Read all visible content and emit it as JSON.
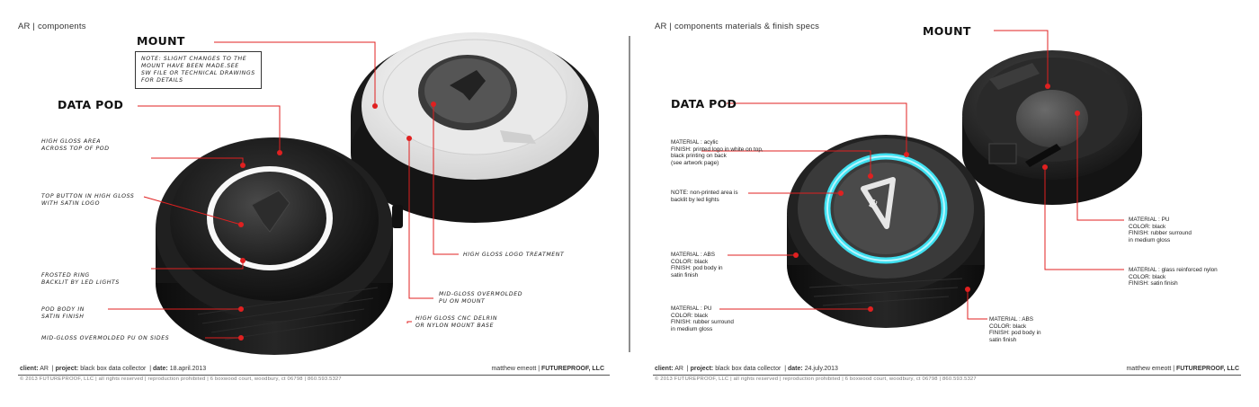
{
  "left": {
    "sheet_title": "AR | components",
    "mount_label": "MOUNT",
    "datapod_label": "DATA POD",
    "note_lines": [
      "NOTE: SLIGHT CHANGES TO THE",
      "MOUNT HAVE BEEN MADE.SEE",
      "SW FILE OR TECHNICAL DRAWINGS",
      "FOR DETAILS"
    ],
    "callouts": {
      "high_gloss_area": [
        "HIGH GLOSS AREA",
        "ACROSS TOP OF POD"
      ],
      "top_button": [
        "TOP BUTTON IN HIGH GLOSS",
        "WITH SATIN LOGO"
      ],
      "frosted_ring": [
        "FROSTED RING",
        "BACKLIT BY LED LIGHTS"
      ],
      "pod_body": [
        "POD BODY IN",
        "SATIN FINISH"
      ],
      "overmolded_sides": [
        "MID-GLOSS OVERMOLDED PU ON SIDES"
      ],
      "logo_treatment": [
        "HIGH GLOSS LOGO TREATMENT"
      ],
      "mount_overmold": [
        "MID-GLOSS OVERMOLDED",
        "PU ON MOUNT"
      ],
      "mount_base": [
        "HIGH GLOSS CNC DELRIN",
        "OR NYLON MOUNT BASE"
      ]
    },
    "footer": {
      "client_label": "client:",
      "client_value": "AR",
      "project_label": "project:",
      "project_value": "black box data collector",
      "date_label": "date:",
      "date_value": "18.april.2013",
      "designer": "matthew emeott",
      "company": "FUTUREPROOF, LLC",
      "copyright": "© 2013 FUTUREPROOF, LLC  |  all rights reserved  |  reproduction prohibited  |  6 boxwood court, woodbury, ct 06798 | 860.593.5327"
    }
  },
  "right": {
    "sheet_title": "AR | components materials & finish specs",
    "mount_label": "MOUNT",
    "datapod_label": "DATA POD",
    "logo_text": "re",
    "specs": {
      "acrylic": [
        "MATERIAL : acylic",
        "FINISH: printed logo in white on top,",
        "black printing on back",
        "(see artwork page)"
      ],
      "note": [
        "NOTE: non-printed area is",
        "backlit by led lights"
      ],
      "abs_left": [
        "MATERIAL : ABS",
        "COLOR: black",
        "FINISH: pod body in",
        "satin finish"
      ],
      "pu_left": [
        "MATERIAL : PU",
        "COLOR: black",
        "FINISH: rubber surround",
        "in medium gloss"
      ],
      "abs_bottom": [
        "MATERIAL : ABS",
        "COLOR: black",
        "FINISH: pod body in",
        "satin finish"
      ],
      "pu_right": [
        "MATERIAL : PU",
        "COLOR: black",
        "FINISH: rubber surround",
        "in medium gloss"
      ],
      "nylon": [
        "MATERIAL : glass reinforced nylon",
        "COLOR: black",
        "FINISH: satin finish"
      ]
    },
    "footer": {
      "client_label": "client:",
      "client_value": "AR",
      "project_label": "project:",
      "project_value": "black box data collector",
      "date_label": "date:",
      "date_value": "24.july.2013",
      "designer": "matthew emeott",
      "company": "FUTUREPROOF, LLC",
      "copyright": "© 2013 FUTUREPROOF, LLC  |  all rights reserved  |  reproduction prohibited  |  6 boxwood court, woodbury, ct 06798 | 860.593.5327"
    }
  },
  "colors": {
    "callout_red": "#e02020",
    "led_cyan": "#3fe0f0",
    "body_black": "#1c1c1c",
    "mount_white": "#f2f2f2"
  }
}
